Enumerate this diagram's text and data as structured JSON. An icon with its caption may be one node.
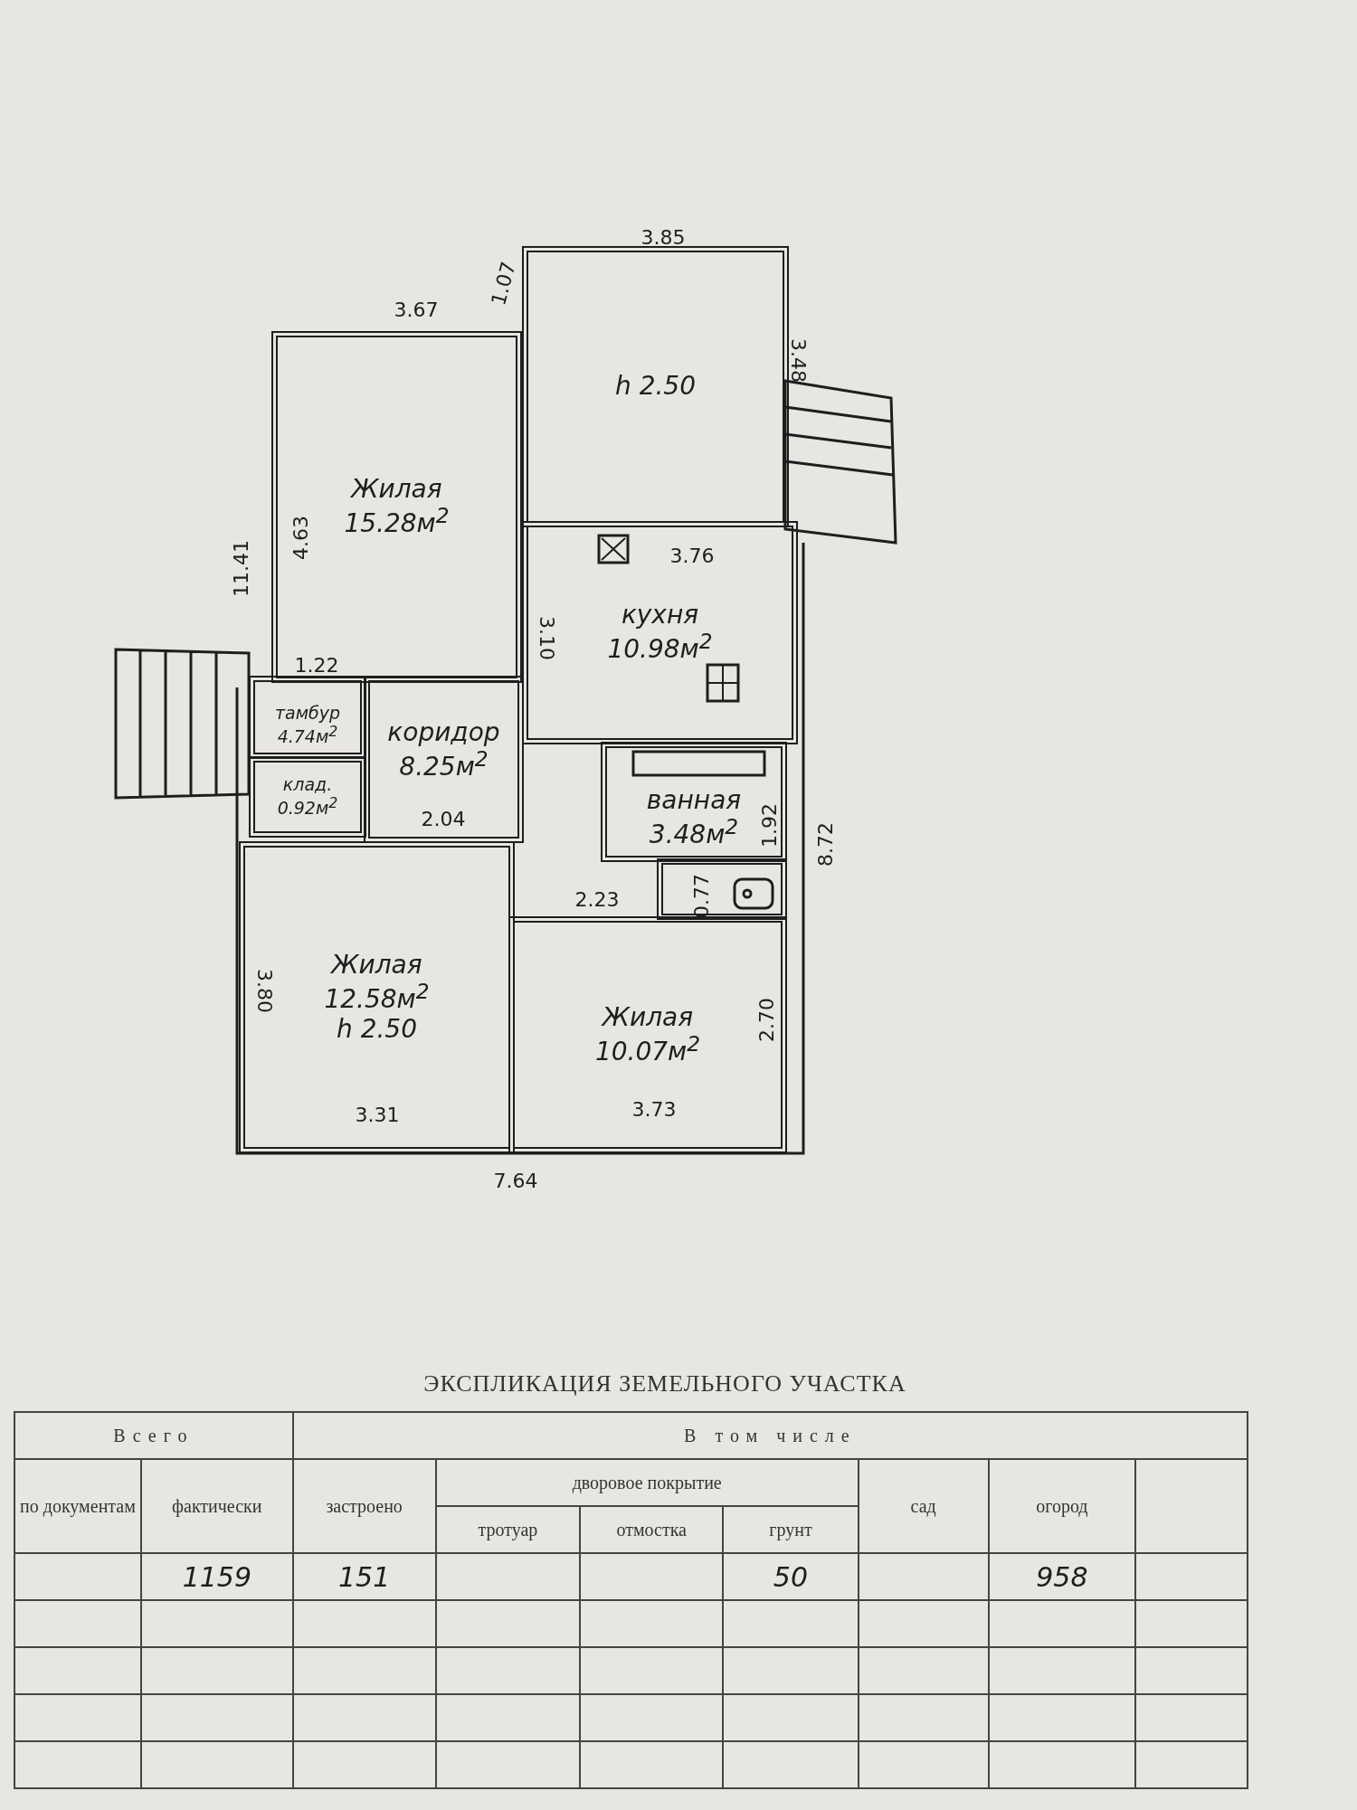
{
  "diagram": {
    "nodes": [
      {
        "text": [
          "Жилая",
          "15.28м$^{2}$"
        ]
      },
      {
        "text": [
          "h 2.50"
        ]
      },
      {
        "text": [
          "кухня",
          "10.98м$^{2}$"
        ]
      },
      {
        "text": [
          "тамбур",
          "4.74м$^{2}$"
        ]
      },
      {
        "text": [
          "клад.",
          "0.92м$^{2}$"
        ]
      },
      {
        "text": [
          "коридор",
          "8.25м$^{2}$"
        ]
      },
      {
        "text": [
          "ванная",
          "3.48м$^{2}$"
        ]
      },
      {
        "text": [],
        "shape": "box"
      },
      {
        "text": [
          "Жилая",
          "12.58м$^{2}$",
          "h 2.50"
        ]
      },
      {
        "text": [
          "Жилая",
          "10.07м$^{2}$"
        ]
      }
    ],
    "edges": [],
    "labels": [
      "3.67",
      "1.07",
      "3.85",
      "3.48",
      "4.63",
      "11.41",
      "3.76",
      "3.10",
      "1.22",
      "2.04",
      "1.92",
      "0.77",
      "2.23",
      "8.72",
      "3.80",
      "2.70",
      "3.31",
      "3.73",
      "7.64",
      "ЭКСПЛИКАЦИЯ ЗЕМЕЛЬНОГО УЧАСТКА",
      "Всего",
      "В том числе",
      "по документам",
      "фактически",
      "застроено",
      "дворовое покрытие",
      "сад",
      "огород",
      "тротуар",
      "отмостка",
      "грунт",
      "1159",
      "151",
      "50",
      "958"
    ]
  }
}
